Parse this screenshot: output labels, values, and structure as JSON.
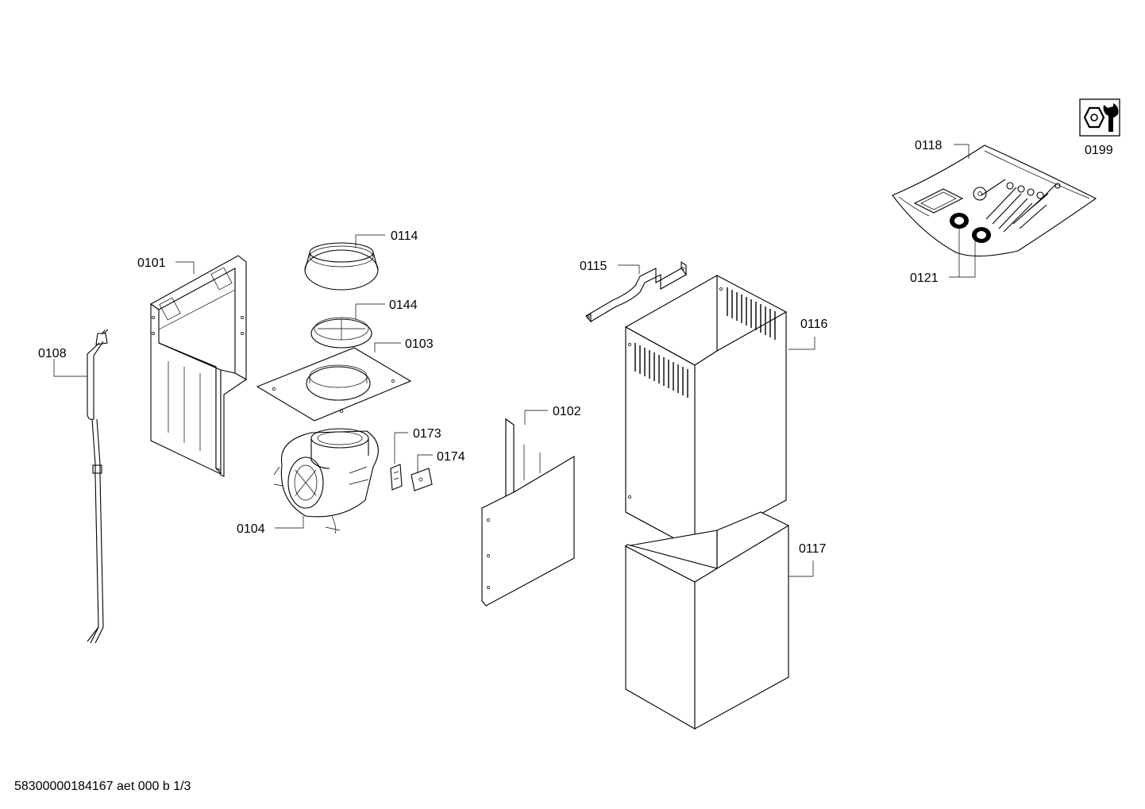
{
  "labels": {
    "p0101": "0101",
    "p0102": "0102",
    "p0103": "0103",
    "p0104": "0104",
    "p0108": "0108",
    "p0114": "0114",
    "p0115": "0115",
    "p0116": "0116",
    "p0117": "0117",
    "p0118": "0118",
    "p0121": "0121",
    "p0144": "0144",
    "p0173": "0173",
    "p0174": "0174",
    "p0199": "0199"
  },
  "footer": {
    "document_code": "58300000184167 aet 000 b 1/3"
  },
  "icons": {
    "service_kit": "wrench-nut-icon"
  },
  "colors": {
    "line": "#000000",
    "background": "#ffffff"
  }
}
